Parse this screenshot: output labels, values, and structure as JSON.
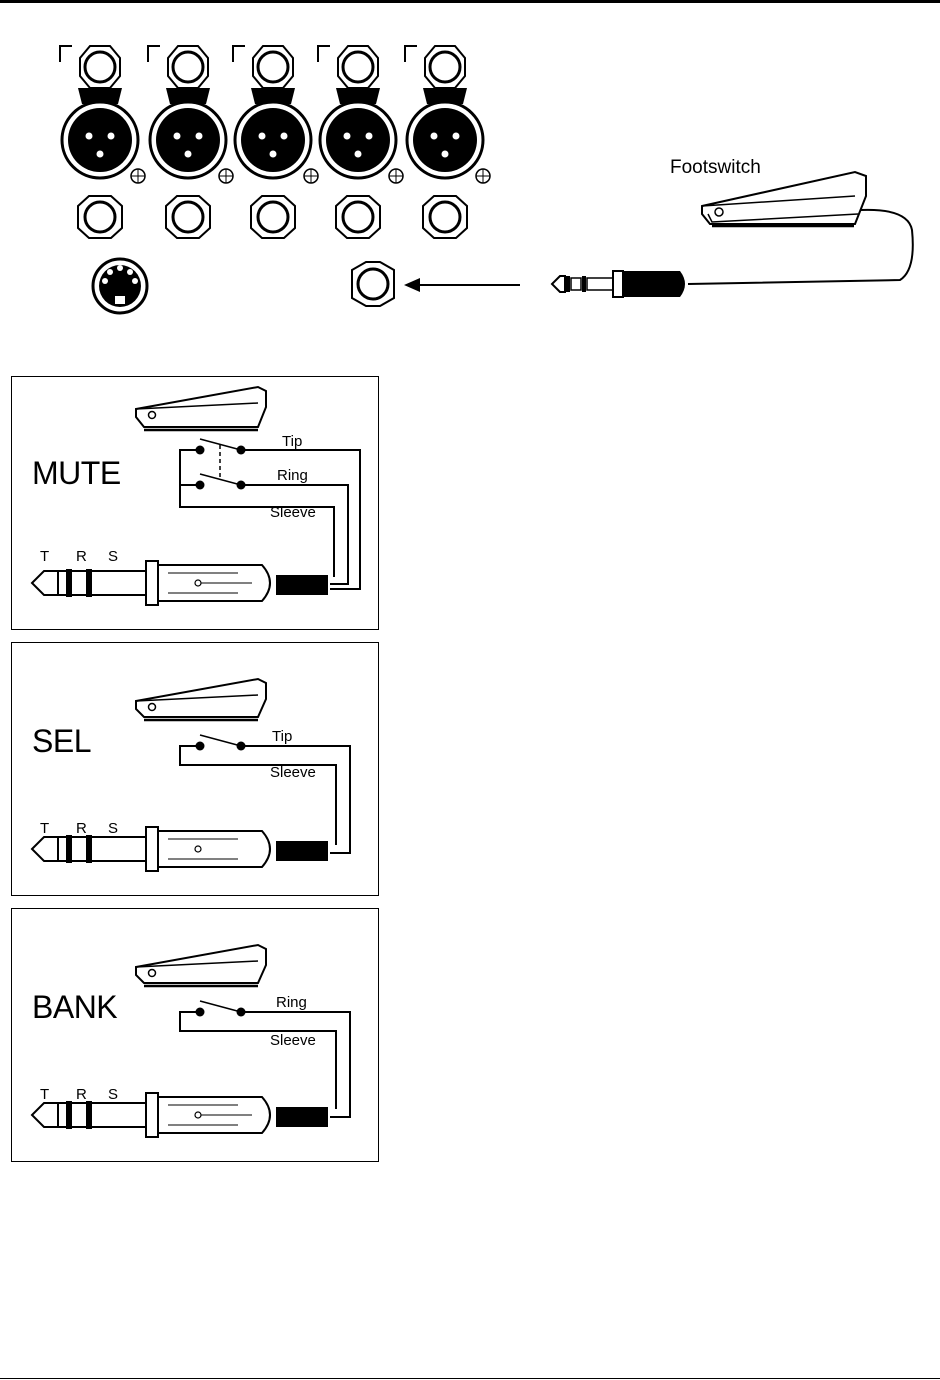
{
  "top": {
    "footswitch_label": "Footswitch"
  },
  "panels": [
    {
      "id": "mute",
      "title": "MUTE",
      "wires": [
        "Tip",
        "Ring",
        "Sleeve"
      ]
    },
    {
      "id": "sel",
      "title": "SEL",
      "wires": [
        "Tip",
        "Sleeve"
      ]
    },
    {
      "id": "bank",
      "title": "BANK",
      "wires": [
        "Ring",
        "Sleeve"
      ]
    }
  ],
  "plug_labels": [
    "T",
    "R",
    "S"
  ],
  "colors": {
    "ink": "#000000",
    "paper": "#ffffff"
  }
}
